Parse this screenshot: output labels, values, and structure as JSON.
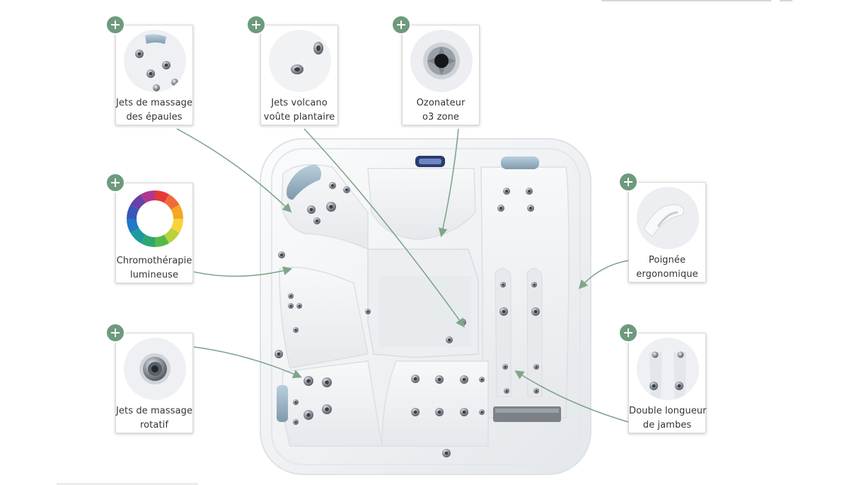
{
  "features": [
    {
      "id": "shoulder-jets",
      "label_lines": [
        "Jets de massage",
        "des épaules"
      ]
    },
    {
      "id": "volcano-jets",
      "label_lines": [
        "Jets volcano",
        "voûte plantaire"
      ]
    },
    {
      "id": "ozonator",
      "label_lines": [
        "Ozonateur",
        "o3 zone"
      ]
    },
    {
      "id": "chromotherapy",
      "label_lines": [
        "Chromothérapie",
        "lumineuse"
      ]
    },
    {
      "id": "rotary-jets",
      "label_lines": [
        "Jets de massage",
        "rotatif"
      ]
    },
    {
      "id": "handle",
      "label_lines": [
        "Poignée",
        "ergonomique"
      ]
    },
    {
      "id": "double-leg",
      "label_lines": [
        "Double longueur",
        "de jambes"
      ]
    }
  ],
  "colors": {
    "accent": "#6e9a7d",
    "arrow": "#7fa58a",
    "tub_shell": "#f3f4f6",
    "jet_ring": "#8a8f97"
  },
  "icons": {
    "plus": "plus-icon"
  }
}
